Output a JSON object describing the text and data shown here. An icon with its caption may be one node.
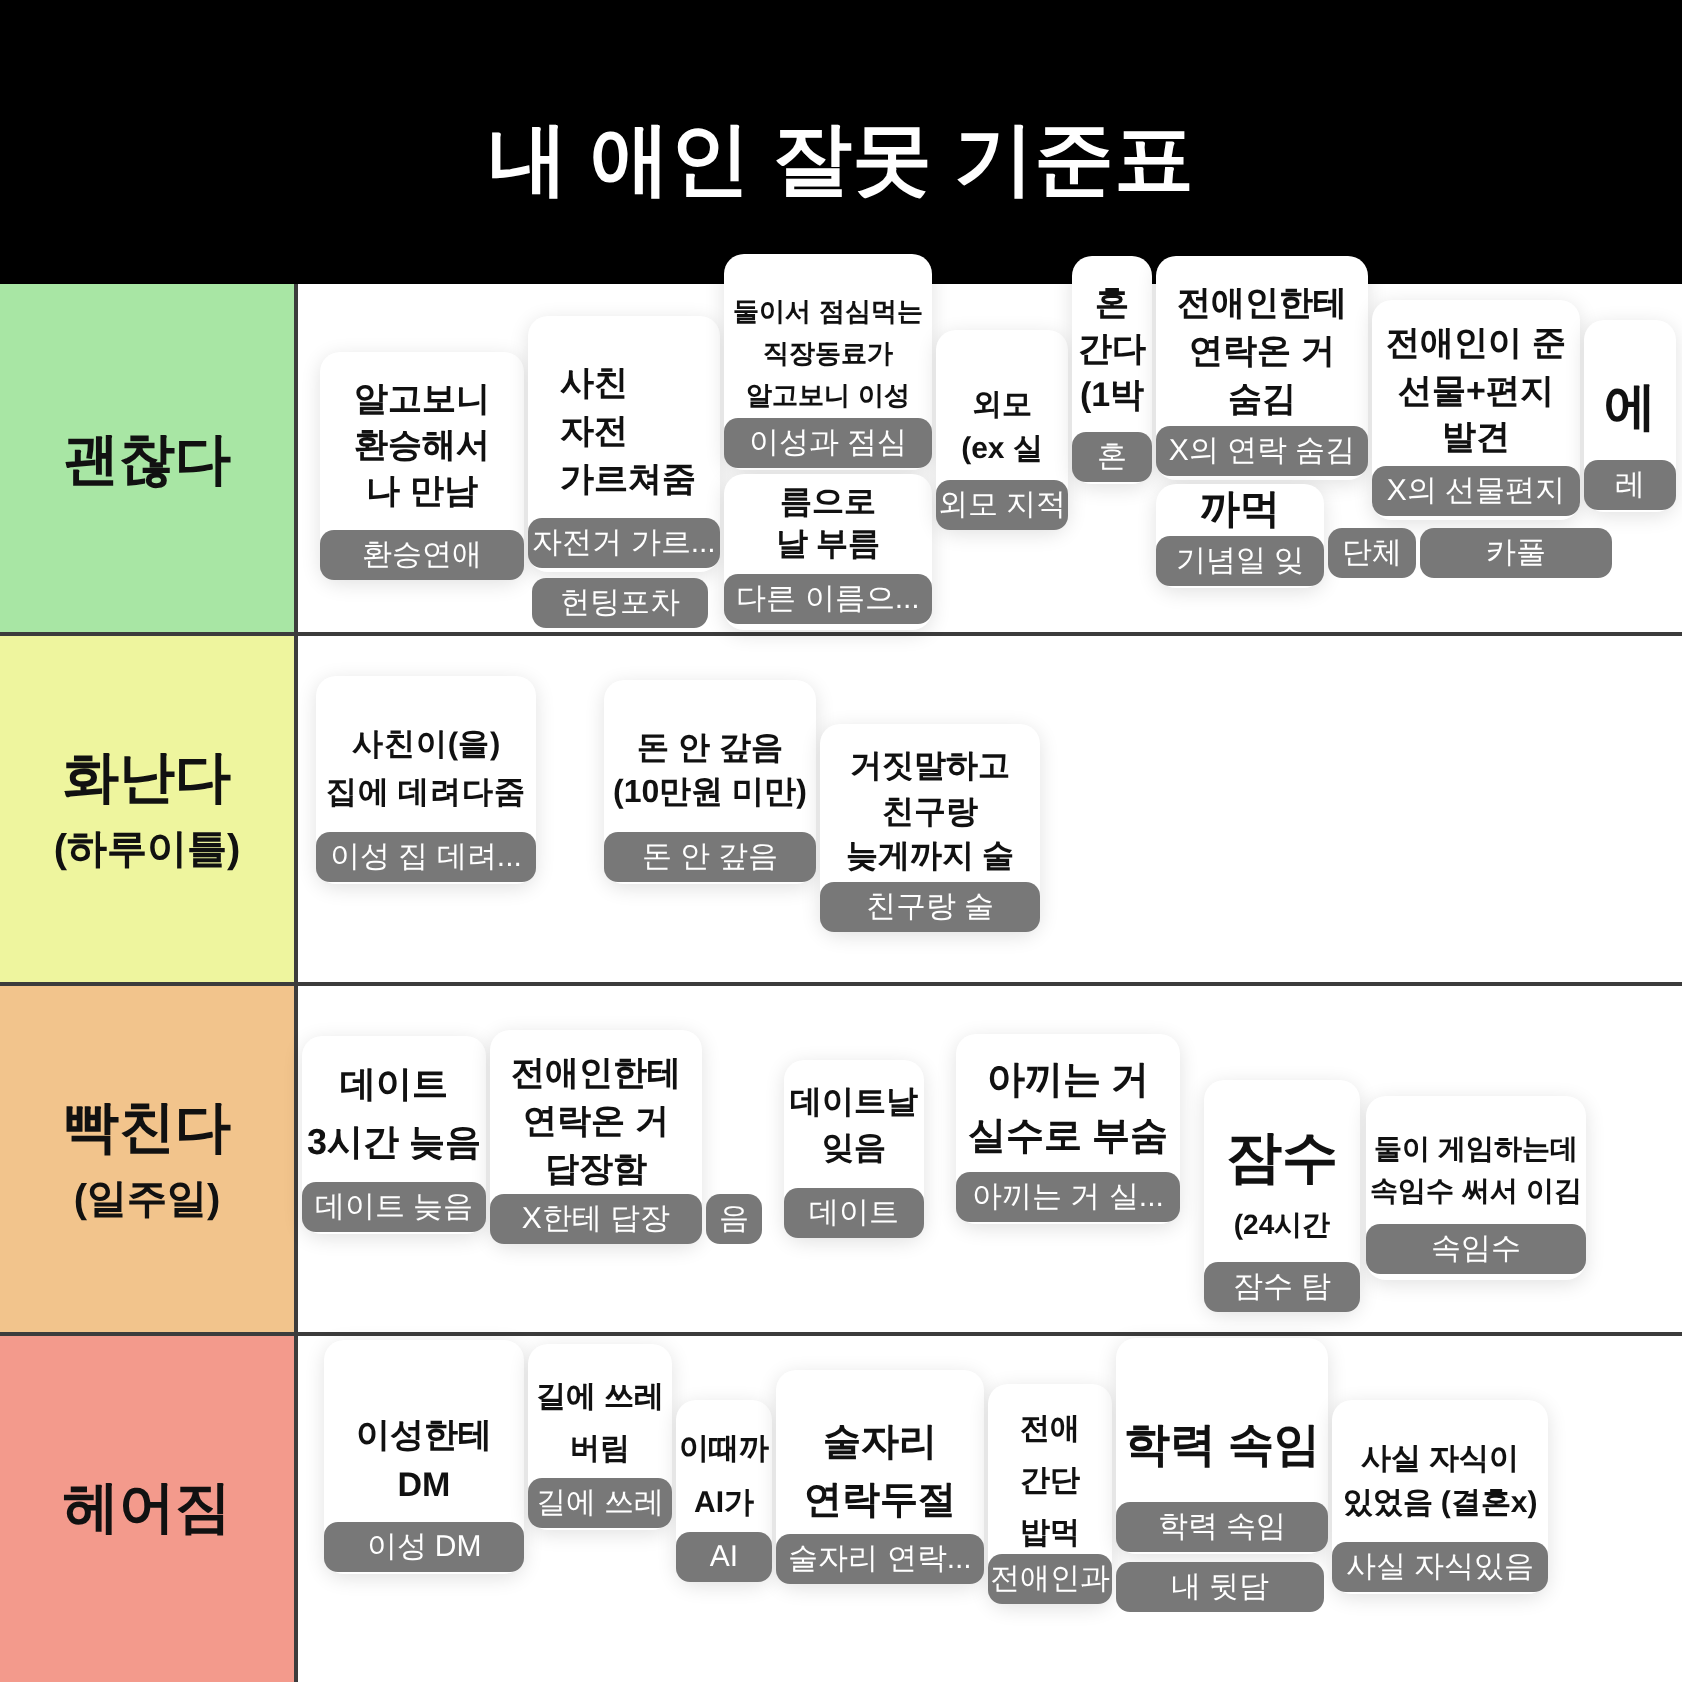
{
  "diagram": {
    "title": "내 애인 잘못 기준표",
    "nodes": [
      {
        "text": [
          "괜찮다"
        ]
      },
      {
        "text": [
          "알고보니 환승해서 나 만남",
          "환승연애"
        ]
      },
      {
        "text": [
          "헌팅포차"
        ]
      },
      {
        "text": [
          "사친 자전 가르쳐줌",
          "자전거 가르..."
        ]
      },
      {
        "text": [
          "둘이서 점심먹는 직장동료가 알고보니 이성",
          "이성과 점심"
        ]
      },
      {
        "text": [
          "름으로 날 부름",
          "다른 이름으..."
        ]
      },
      {
        "text": [
          "외모 (ex 실",
          "외모 지적"
        ]
      },
      {
        "text": [
          "혼 간다 (1박",
          "혼"
        ]
      },
      {
        "text": [
          "전애인한테 연락온 거 숨김",
          "X의 연락 숨김"
        ]
      },
      {
        "text": [
          "까먹",
          "기념일 잊"
        ]
      },
      {
        "text": [
          "단체"
        ]
      },
      {
        "text": [
          "전애인이 준 선물+편지 발견",
          "X의 선물편지"
        ]
      },
      {
        "text": [
          "카풀"
        ]
      },
      {
        "text": [
          "에",
          "레"
        ]
      },
      {
        "text": [
          "화난다",
          "(하루이틀)"
        ]
      },
      {
        "text": [
          "사친이(을) 집에 데려다줌",
          "이성 집 데려..."
        ]
      },
      {
        "text": [
          "돈 안 갚음 (10만원 미만)",
          "돈 안 갚음"
        ]
      },
      {
        "text": [
          "거짓말하고 친구랑 늦게까지 술",
          "친구랑 술"
        ]
      },
      {
        "text": [
          "빡친다",
          "(일주일)"
        ]
      },
      {
        "text": [
          "데이트 3시간 늦음",
          "데이트 늦음"
        ]
      },
      {
        "text": [
          "전애인한테 연락온 거 답장함",
          "X한테 답장"
        ]
      },
      {
        "text": [
          "음"
        ]
      },
      {
        "text": [
          "데이트날 잊음",
          "데이트"
        ]
      },
      {
        "text": [
          "아끼는 거 실수로 부숨",
          "아끼는 거 실..."
        ]
      },
      {
        "text": [
          "잠수",
          "(24시간",
          "잠수 탐"
        ]
      },
      {
        "text": [
          "둘이 게임하는데 속임수 써서 이김",
          "속임수"
        ]
      },
      {
        "text": [
          "헤어짐"
        ]
      },
      {
        "text": [
          "이성한테 DM",
          "이성 DM"
        ]
      },
      {
        "text": [
          "길에 쓰레 버림",
          "길에 쓰레"
        ]
      },
      {
        "text": [
          "이때까 AI가",
          "AI"
        ]
      },
      {
        "text": [
          "술자리 연락두절",
          "술자리 연락..."
        ]
      },
      {
        "text": [
          "전애 간단 밥먹",
          "전애인과"
        ]
      },
      {
        "text": [
          "학력 속임",
          "학력 속임"
        ]
      },
      {
        "text": [
          "내 뒷담"
        ]
      },
      {
        "text": [
          "사실 자식이 있었음 (결혼x)",
          "사실 자식있음"
        ]
      }
    ]
  }
}
